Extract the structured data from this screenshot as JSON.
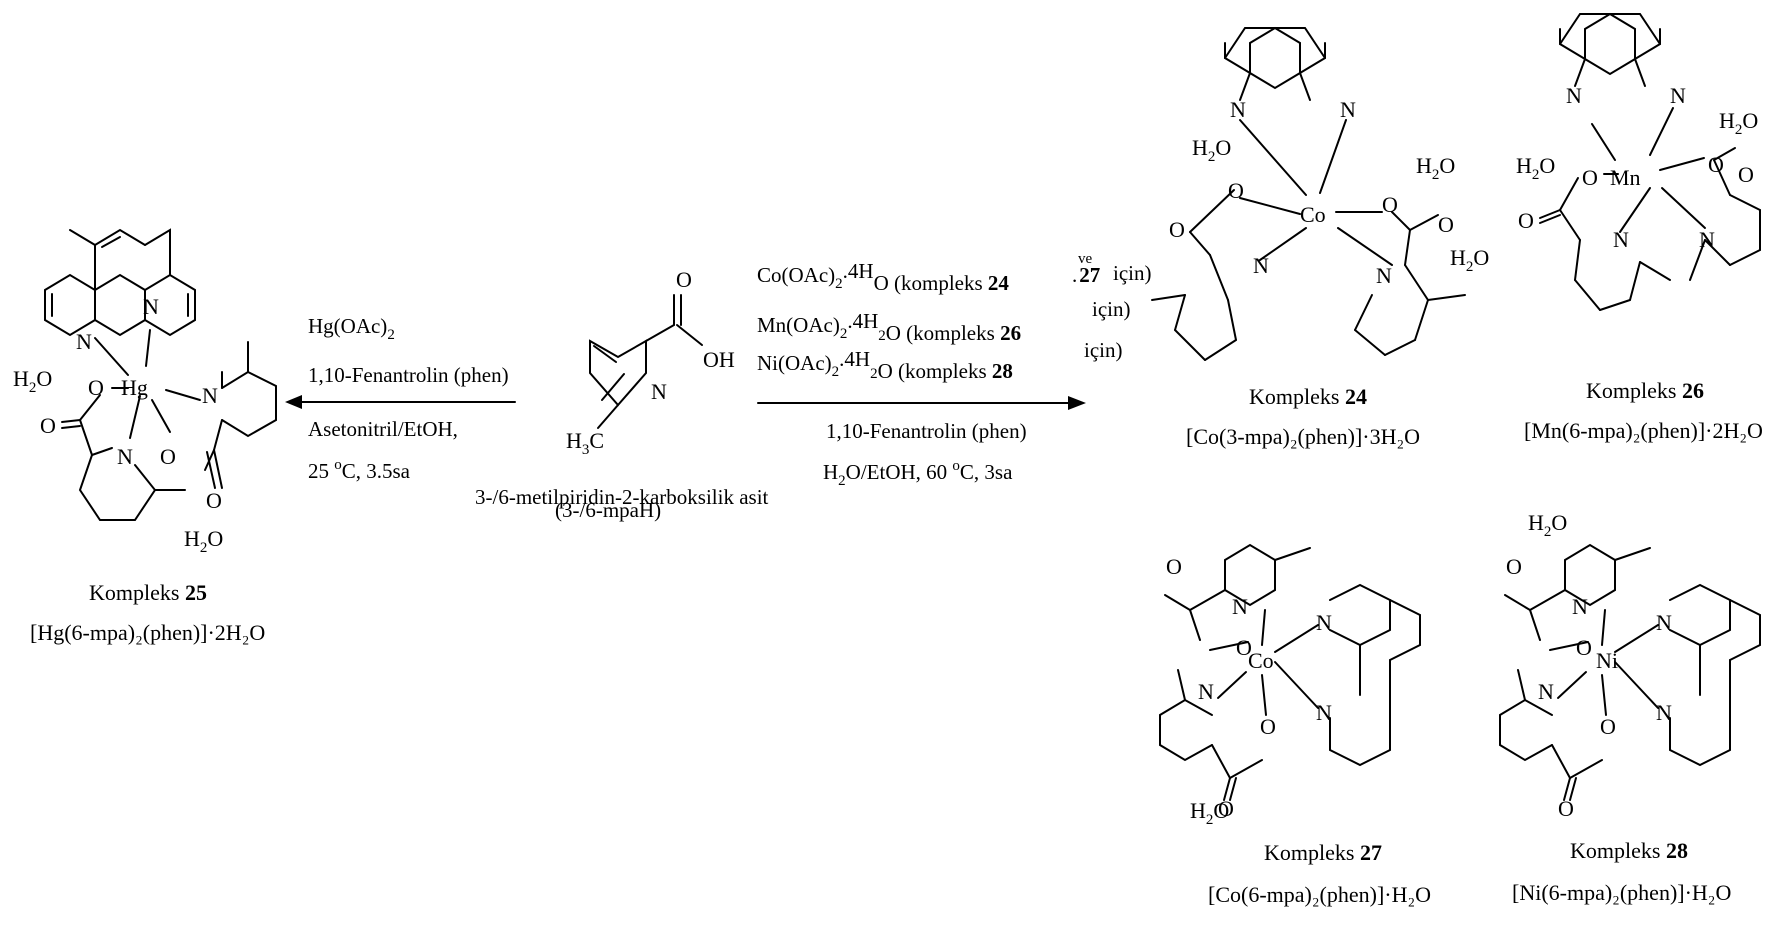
{
  "atoms": {
    "n": "N",
    "o": "O",
    "hg": "Hg",
    "co": "Co",
    "mn": "Mn",
    "ni": "Ni",
    "oh": "OH",
    "h": "H",
    "c": "C",
    "water_h": "H",
    "water_o": "O",
    "two": "2",
    "three": "3"
  },
  "ligand": {
    "name": "3-/6-metilpiridin-2-karboksilik asit",
    "abbr": "(3-/6-mpaH)"
  },
  "left_conditions": {
    "reagent_main": "Hg(OAc)",
    "reagent_sub": "2",
    "line2": "1,10-Fenantrolin (phen)",
    "line3": "Asetonitril/EtOH,",
    "line4_pre": "25 ",
    "line4_sup": "o",
    "line4_post": "C, 3.5sa"
  },
  "right_conditions": {
    "co_salt": "Co(OAc)",
    "mn_salt": "Mn(OAc)",
    "ni_salt": "Ni(OAc)",
    "salt_sub": "2",
    "dot": ".",
    "four_h": "4H",
    "two_o_pre": "2",
    "o_suffix": "O (kompleks ",
    "num_24": "24",
    "num_26": "26",
    "num_27": "27",
    "num_28": "28",
    "ve": "ve",
    "icin": "için)",
    "line_phen": "1,10-Fenantrolin (phen)",
    "line_solv_pre": "O/EtOH, 60 ",
    "line_solv_sup": "o",
    "line_solv_post": "C, 3sa",
    "h_for_solv": "H",
    "sub2_for_solv": "2"
  },
  "complexes": [
    {
      "id": "25",
      "label": "Kompleks ",
      "number": "25",
      "formula": "[Hg(6-mpa)₂(phen)]·2H₂O"
    },
    {
      "id": "24",
      "label": "Kompleks ",
      "number": "24",
      "formula": "[Co(3-mpa)₂(phen)]·3H₂O"
    },
    {
      "id": "26",
      "label": "Kompleks ",
      "number": "26",
      "formula": "[Mn(6-mpa)₂(phen)]·2H₂O"
    },
    {
      "id": "27",
      "label": "Kompleks ",
      "number": "27",
      "formula": "[Co(6-mpa)₂(phen)]·H₂O"
    },
    {
      "id": "28",
      "label": "Kompleks ",
      "number": "28",
      "formula": "[Ni(6-mpa)₂(phen)]·H₂O"
    }
  ]
}
